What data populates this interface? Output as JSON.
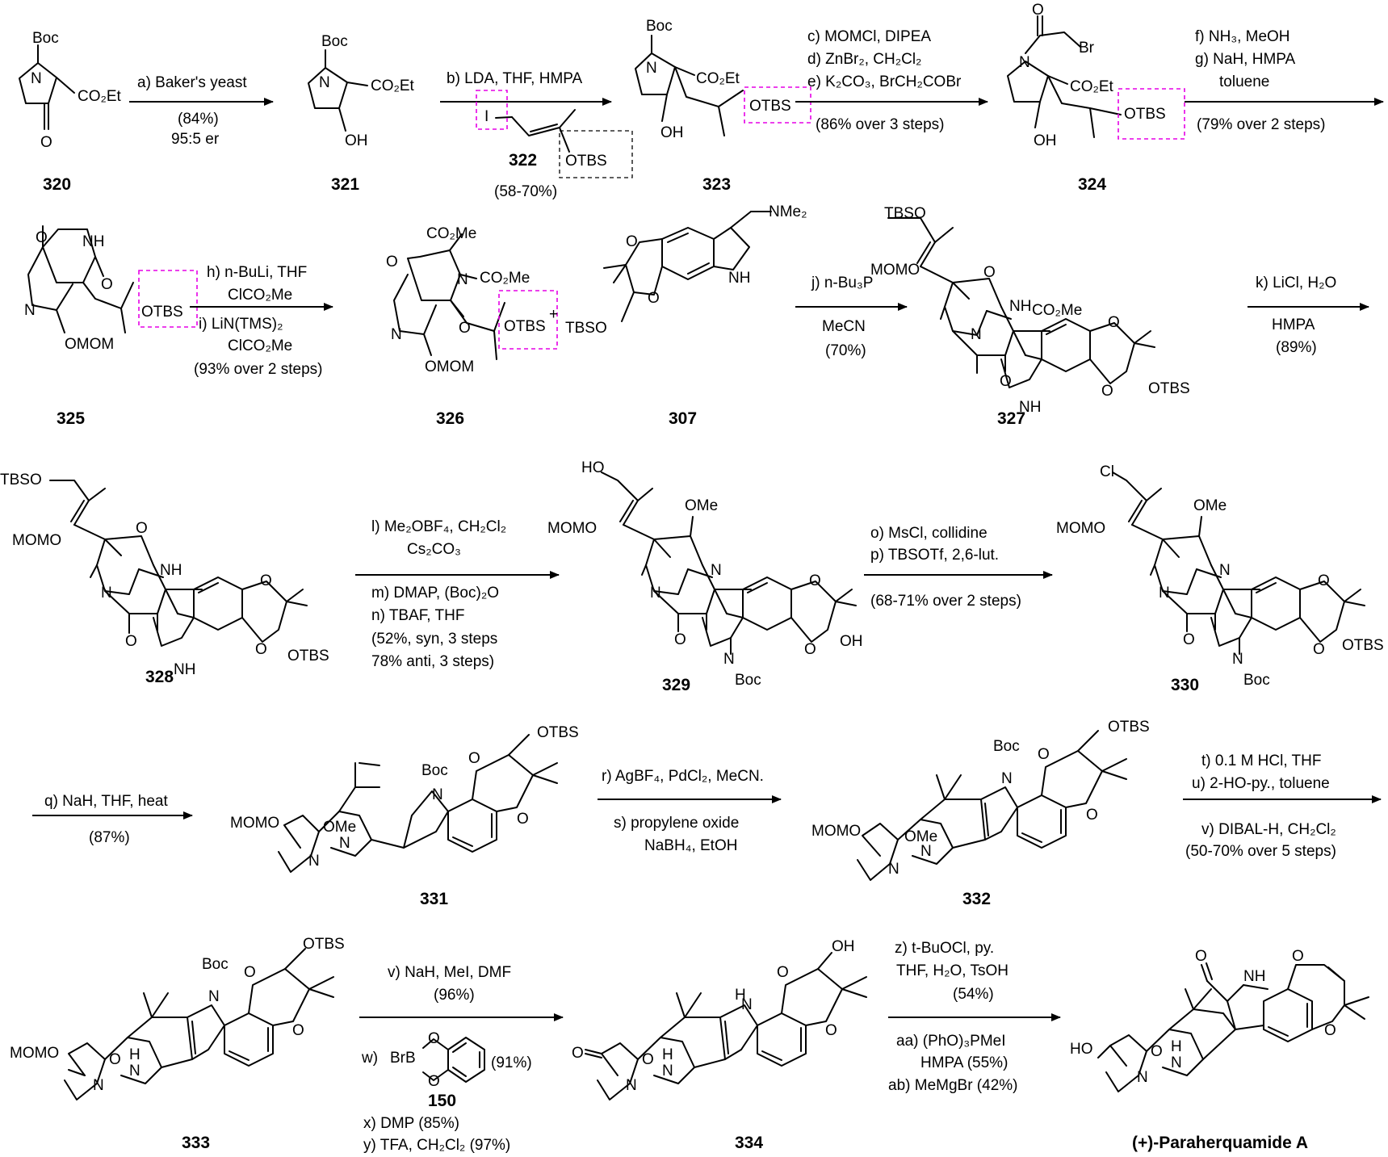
{
  "colors": {
    "ink": "#000000",
    "highlight": "#e600e6",
    "background": "#ffffff"
  },
  "compounds": {
    "c320": "320",
    "c321": "321",
    "c322": "322",
    "c323": "323",
    "c324": "324",
    "c325": "325",
    "c326": "326",
    "c307": "307",
    "c327": "327",
    "c328": "328",
    "c329": "329",
    "c330": "330",
    "c331": "331",
    "c332": "332",
    "c333": "333",
    "c334": "334",
    "c150": "150",
    "final": "(+)-Paraherquamide A"
  },
  "labels": {
    "boc": "Boc",
    "co2et": "CO₂Et",
    "co2me": "CO₂Me",
    "otbs": "OTBS",
    "tbso": "TBSO",
    "oh": "OH",
    "ho": "HO",
    "o": "O",
    "n": "N",
    "nh": "NH",
    "h": "H",
    "i": "I",
    "br": "Br",
    "cl": "Cl",
    "omom": "OMOM",
    "momo": "MOMO",
    "ome": "OMe",
    "nme2": "NMe₂",
    "brb": "BrB",
    "plus": "+"
  },
  "steps": {
    "a1": "a) Baker's yeast",
    "a2": "(84%)",
    "a3": "95:5 er",
    "b1": "b) LDA, THF, HMPA",
    "b2": "(58-70%)",
    "c1": "c) MOMCl, DIPEA",
    "c2": "d) ZnBr₂, CH₂Cl₂",
    "c3": "e) K₂CO₃, BrCH₂COBr",
    "c4": "(86% over 3 steps)",
    "f1": "f) NH₃, MeOH",
    "f2": "g) NaH, HMPA",
    "f3": "toluene",
    "f4": "(79% over 2 steps)",
    "h1": "h) n-BuLi, THF",
    "h2": "ClCO₂Me",
    "h3": "i) LiN(TMS)₂",
    "h4": "ClCO₂Me",
    "h5": "(93% over 2 steps)",
    "j1": "j) n-Bu₃P",
    "j2": "MeCN",
    "j3": "(70%)",
    "k1": "k) LiCl, H₂O",
    "k2": "HMPA",
    "k3": "(89%)",
    "l1": "l) Me₂OBF₄, CH₂Cl₂",
    "l2": "Cs₂CO₃",
    "l3": "m) DMAP, (Boc)₂O",
    "l4": "n) TBAF, THF",
    "l5": "(52%, syn, 3 steps",
    "l6": "78% anti, 3 steps)",
    "o1": "o) MsCl, collidine",
    "o2": "p) TBSOTf, 2,6-lut.",
    "o3": "(68-71% over 2 steps)",
    "q1": "q) NaH, THF, heat",
    "q2": "(87%)",
    "r1": "r) AgBF₄, PdCl₂, MeCN.",
    "r2": "s) propylene oxide",
    "r3": "NaBH₄, EtOH",
    "t1": "t) 0.1 M HCl, THF",
    "t2": "u) 2-HO-py., toluene",
    "t3": "v) DIBAL-H, CH₂Cl₂",
    "t4": "(50-70% over 5 steps)",
    "v1": "v) NaH, MeI, DMF",
    "v2": "(96%)",
    "w1": "w)",
    "w2": "(91%)",
    "x1": "x) DMP (85%)",
    "y1": "y) TFA, CH₂Cl₂ (97%)",
    "z1": "z) t-BuOCl, py.",
    "z2": "THF, H₂O, TsOH",
    "z3": "(54%)",
    "aa1": "aa) (PhO)₃PMeI",
    "aa2": "HMPA (55%)",
    "ab1": "ab) MeMgBr (42%)"
  }
}
